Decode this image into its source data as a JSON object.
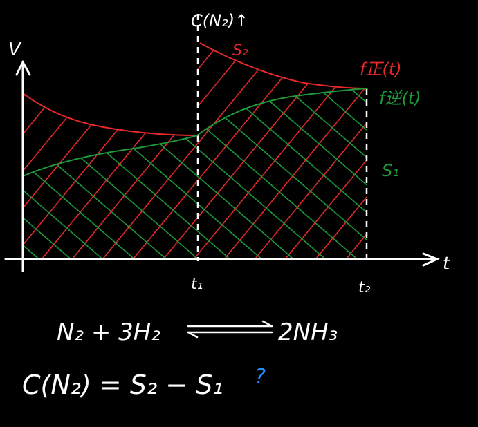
{
  "colors": {
    "background": "#000000",
    "axes": "#ffffff",
    "forward_curve": "#e8292b",
    "reverse_curve": "#1f9a3a",
    "question_mark": "#1e90ff"
  },
  "axes": {
    "y_label": "V",
    "x_label": "t"
  },
  "ticks": {
    "t1": "t₁",
    "t2": "t₂"
  },
  "labels": {
    "jump_label": "C(N₂)↑",
    "forward_rate": "f正(t)",
    "reverse_rate": "f逆(t)",
    "area_s2": "S₂",
    "area_s1": "S₁"
  },
  "equations": {
    "reaction_left": "N₂ + 3H₂",
    "reaction_right": "2NH₃",
    "conc_lhs": "C(N₂) = S₂ − S₁",
    "conc_question": "?"
  }
}
